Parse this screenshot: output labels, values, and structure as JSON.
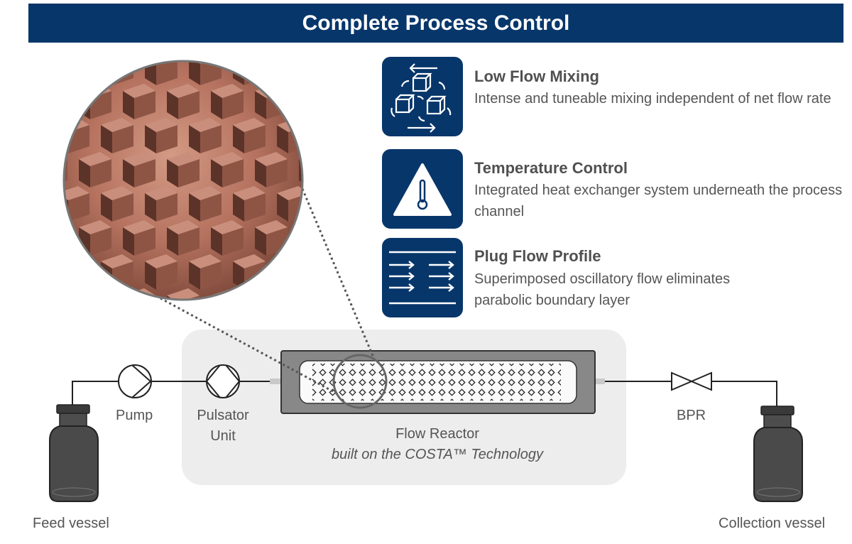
{
  "header": {
    "title": "Complete Process Control"
  },
  "features": [
    {
      "icon": "mixing-cubes-icon",
      "title": "Low Flow Mixing",
      "description": "Intense and tuneable mixing independent of net flow rate"
    },
    {
      "icon": "thermometer-warning-icon",
      "title": "Temperature Control",
      "description": "Integrated heat exchanger system underneath the process channel"
    },
    {
      "icon": "plug-flow-arrows-icon",
      "title": "Plug Flow Profile",
      "description": "Superimposed oscillatory flow eliminates parabolic boundary layer"
    }
  ],
  "process": {
    "feed_vessel": "Feed vessel",
    "pump": "Pump",
    "pulsator_line1": "Pulsator",
    "pulsator_line2": "Unit",
    "reactor_name": "Flow Reactor",
    "reactor_subtitle": "built on the COSTA™ Technology",
    "bpr": "BPR",
    "collection_vessel": "Collection vessel"
  },
  "colors": {
    "brand_navy": "#07366a",
    "panel_gray": "#ededed",
    "reactor_gray": "#8a8a8a",
    "vessel_gray": "#4a4a4a"
  }
}
